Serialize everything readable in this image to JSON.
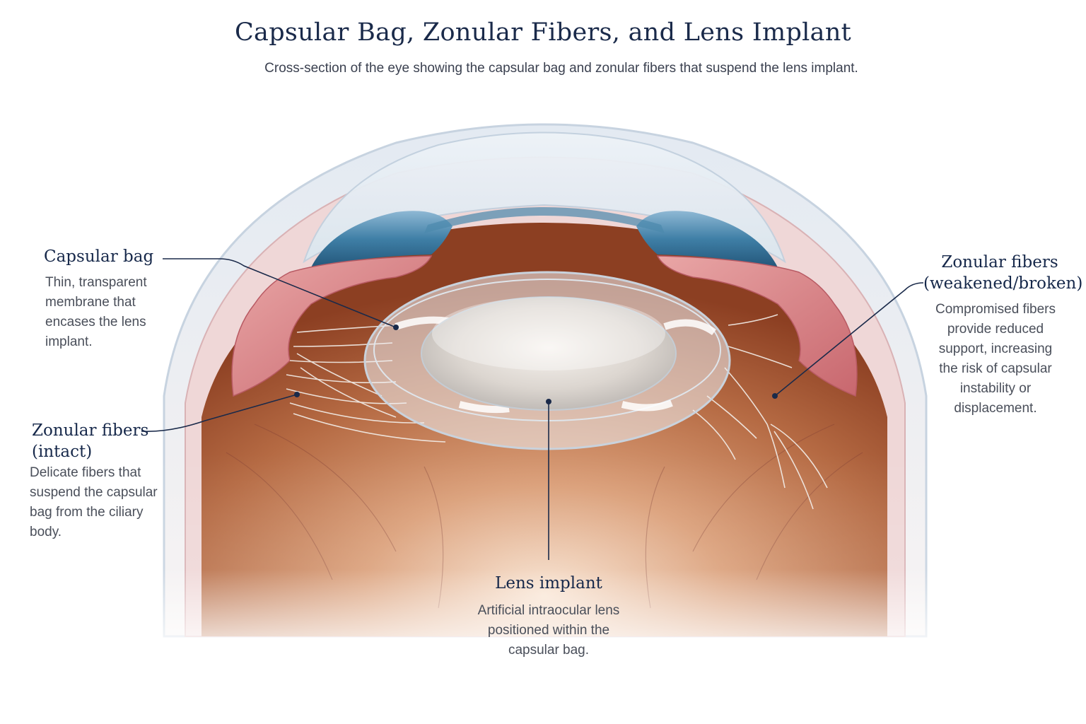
{
  "header": {
    "title": "Capsular Bag, Zonular Fibers, and Lens Implant",
    "subtitle": "Cross-section of the eye showing the capsular bag and zonular fibers that suspend the lens implant."
  },
  "labels": {
    "capsular_bag": {
      "title": "Capsular bag",
      "desc": [
        "Thin, transparent",
        "membrane that",
        "encases the lens",
        "implant."
      ]
    },
    "zonular_intact": {
      "title": [
        "Zonular fibers",
        "(intact)"
      ],
      "desc": [
        "Delicate fibers that",
        "suspend the capsular",
        "bag from the ciliary",
        "body."
      ]
    },
    "lens_implant": {
      "title": "Lens implant",
      "desc": [
        "Artificial intraocular lens",
        "positioned within the",
        "capsular bag."
      ]
    },
    "zonular_weak": {
      "title": [
        "Zonular fibers",
        "(weakened/broken)"
      ],
      "desc": [
        "Compromised fibers",
        "provide reduced",
        "support, increasing",
        "the risk of capsular",
        "instability or",
        "displacement."
      ]
    }
  },
  "colors": {
    "leader": "#1a2a4a",
    "iris": "#3f7fa6",
    "ciliary": "#d9848a",
    "interior": "#a5512e"
  }
}
